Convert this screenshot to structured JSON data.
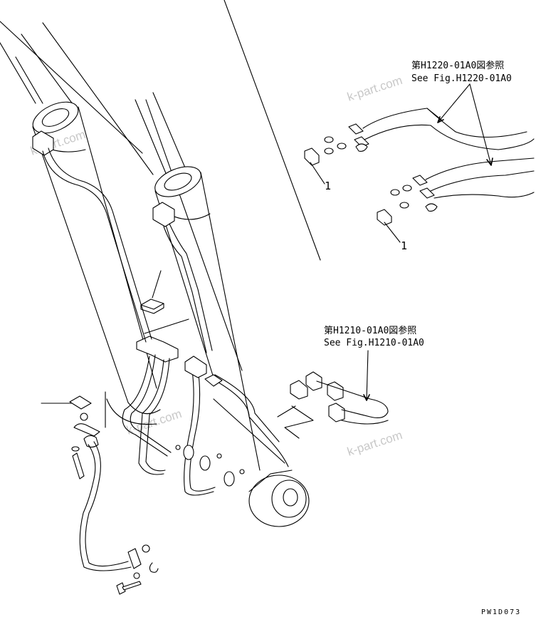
{
  "references": {
    "upper_jp": "第H1220-01A0図参照",
    "upper_en": "See Fig.H1220-01A0",
    "lower_jp": "第H1210-01A0図参照",
    "lower_en": "See Fig.H1210-01A0"
  },
  "callouts": {
    "part1_upper": "1",
    "part1_lower": "1"
  },
  "watermarks": [
    "k-part.com",
    "k-part.com",
    "k-part.com",
    "k-part.com"
  ],
  "drawing_code": "PW1D073"
}
